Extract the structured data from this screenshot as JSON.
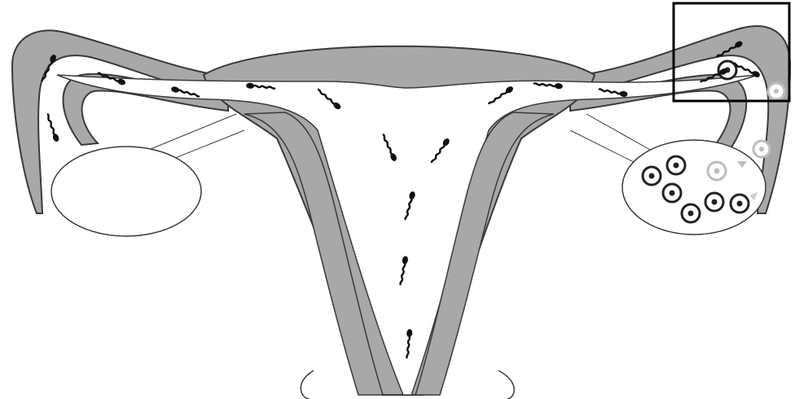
{
  "diagram": {
    "colors": {
      "tissue_fill": "#a8a8a8",
      "outline": "#3a3a3a",
      "cavity_fill": "#ffffff",
      "sperm": "#111111",
      "egg_dark": "#222222",
      "egg_faded": "#bdbdbd",
      "highlight_box": "#000000"
    },
    "parts": [
      "uterus",
      "uterine-cavity",
      "cervix",
      "left-fallopian-tube",
      "right-fallopian-tube",
      "left-ovary",
      "right-ovary",
      "fertilization-highlight-box"
    ],
    "icons": [
      "sperm-icon",
      "egg-icon"
    ]
  }
}
